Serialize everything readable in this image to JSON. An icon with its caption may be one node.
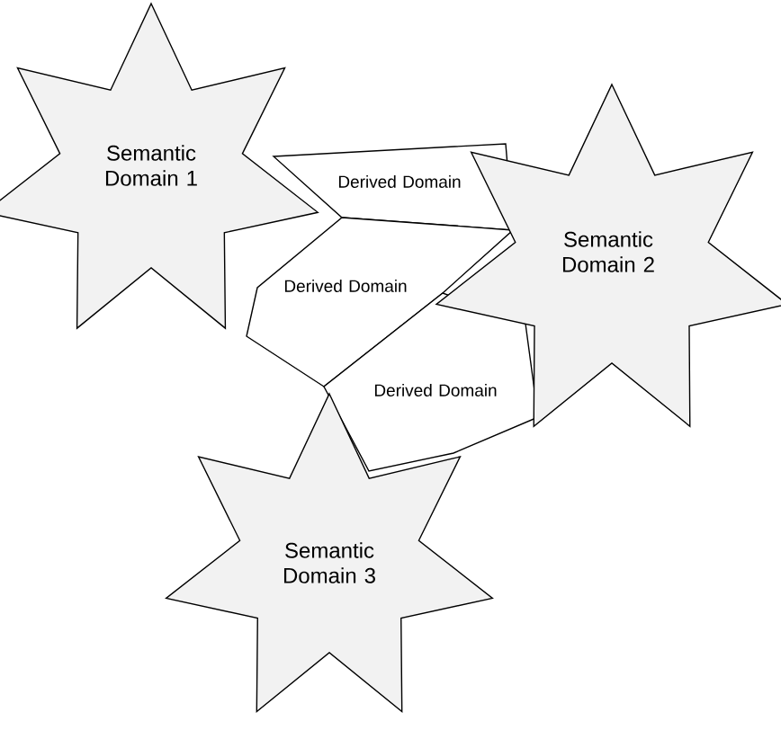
{
  "diagram": {
    "nodes": [
      {
        "text": [
          "Semantic Domain 1"
        ]
      },
      {
        "text": [
          "Derived Domain"
        ]
      },
      {
        "text": [
          "Derived Domain"
        ]
      },
      {
        "text": [
          "Semantic Domain 2"
        ]
      },
      {
        "text": [
          "Derived Domain"
        ]
      },
      {
        "text": [
          "Semantic Domain 3"
        ]
      }
    ]
  }
}
